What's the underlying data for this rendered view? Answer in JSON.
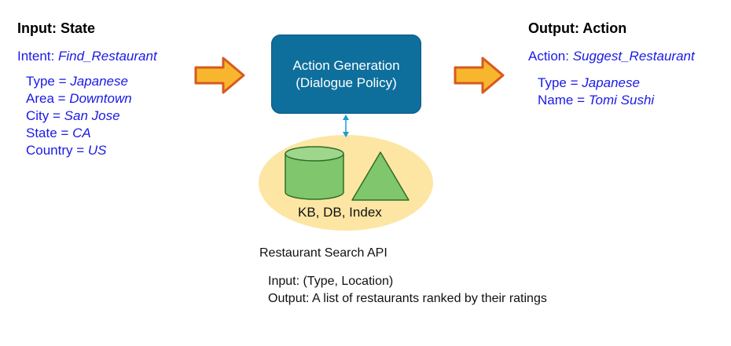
{
  "input": {
    "header": "Input: State",
    "intent_label": "Intent: ",
    "intent_value": "Find_Restaurant",
    "attributes": [
      {
        "key": "Type = ",
        "value": "Japanese"
      },
      {
        "key": "Area = ",
        "value": "Downtown"
      },
      {
        "key": "City = ",
        "value": "San Jose"
      },
      {
        "key": "State = ",
        "value": "CA"
      },
      {
        "key": "Country = ",
        "value": "US"
      }
    ]
  },
  "policy": {
    "line1": "Action Generation",
    "line2": "(Dialogue Policy)"
  },
  "knowledge": {
    "label": "KB, DB, Index"
  },
  "api": {
    "title": "Restaurant Search API",
    "input_line": "Input: (Type, Location)",
    "output_line": "Output: A list of restaurants ranked by their ratings"
  },
  "output": {
    "header": "Output: Action",
    "action_label": "Action: ",
    "action_value": "Suggest_Restaurant",
    "attributes": [
      {
        "key": "Type = ",
        "value": "Japanese"
      },
      {
        "key": "Name = ",
        "value": "Tomi Sushi"
      }
    ]
  },
  "colors": {
    "policy_box": "#0e6f9d",
    "ellipse": "#fde6a4",
    "shape_green": "#80c66c",
    "arrow_fill": "#f8b62e",
    "arrow_stroke": "#d65a1e",
    "link_blue": "#1a9cd2",
    "text_blue": "#1a1ae6"
  }
}
